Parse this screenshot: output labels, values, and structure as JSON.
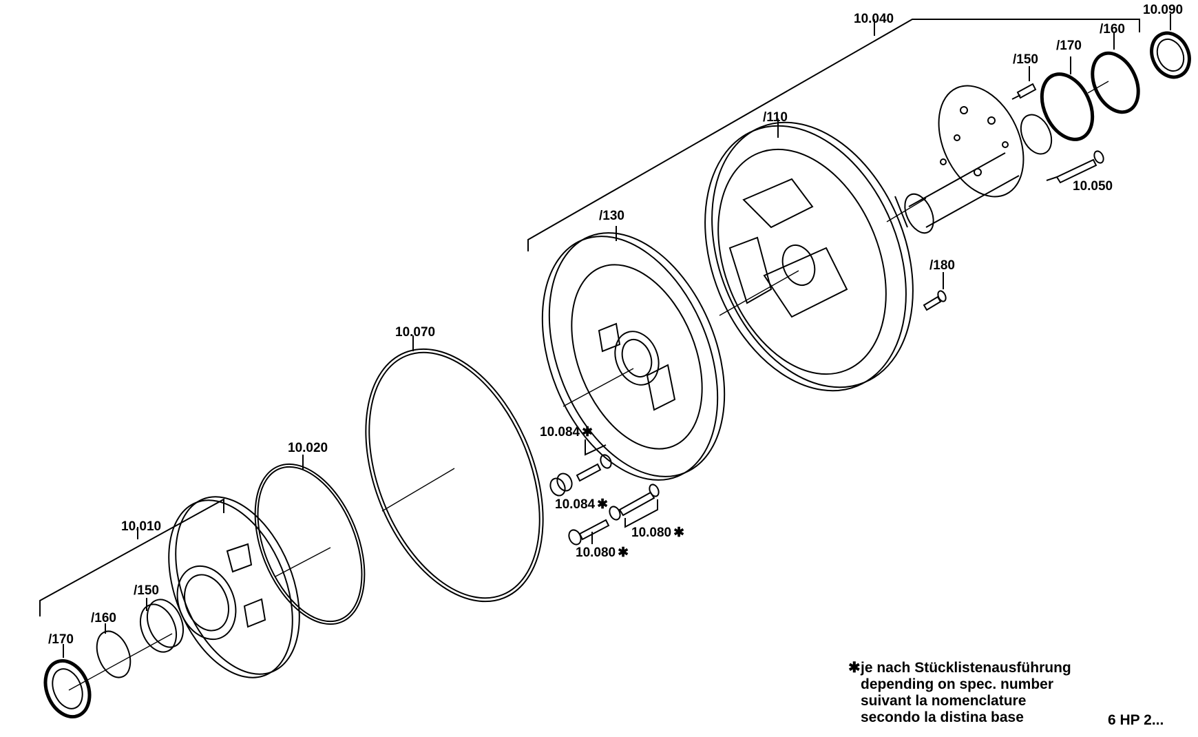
{
  "labels": {
    "l10_040": "10.040",
    "l10_090": "10.090",
    "l160_top": "/160",
    "l170_top": "/170",
    "l150_top": "/150",
    "l110": "/110",
    "l10_050": "10.050",
    "l130": "/130",
    "l180": "/180",
    "l10_070": "10.070",
    "l10_084_a": "10.084",
    "l10_084_b": "10.084",
    "l10_080_a": "10.080",
    "l10_080_b": "10.080",
    "l10_020": "10.020",
    "l10_010": "10.010",
    "l150_bot": "/150",
    "l160_bot": "/160",
    "l170_bot": "/170"
  },
  "star_symbol": "✱",
  "footnote": {
    "star": "✱",
    "line1": "je nach Stücklistenausführung",
    "line2": "depending on spec. number",
    "line3": "suivant la nomenclature",
    "line4": "secondo la distina base"
  },
  "model_label": "6 HP 2..."
}
